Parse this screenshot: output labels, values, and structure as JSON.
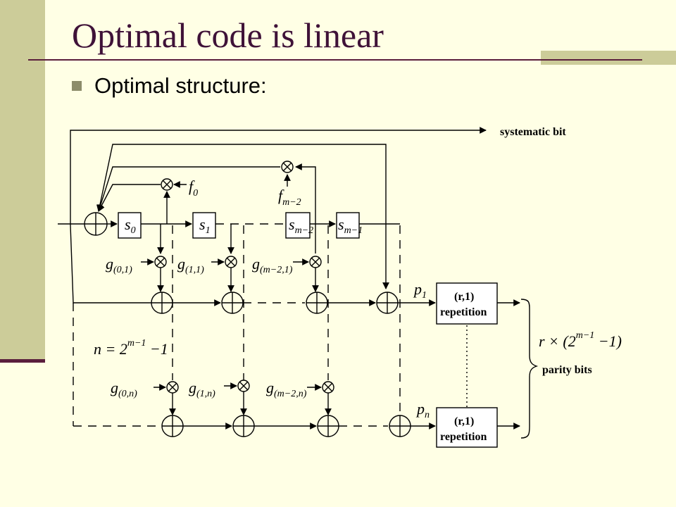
{
  "slide": {
    "title": "Optimal code is linear",
    "bullet": "Optimal structure:"
  },
  "diagram": {
    "systematic_label": "systematic bit",
    "parity_label": "parity bits",
    "repetition_line1": "(r,1)",
    "repetition_line2": "repetition",
    "registers": [
      {
        "base": "s",
        "sub": "0"
      },
      {
        "base": "s",
        "sub": "1"
      },
      {
        "base": "s",
        "sub": "m−2"
      },
      {
        "base": "s",
        "sub": "m−1"
      }
    ],
    "feedback": [
      {
        "base": "f",
        "sub": "0"
      },
      {
        "base": "f",
        "sub": "m−2"
      }
    ],
    "gains_row1": [
      {
        "base": "g",
        "sub": "(0,1)"
      },
      {
        "base": "g",
        "sub": "(1,1)"
      },
      {
        "base": "g",
        "sub": "(m−2,1)"
      }
    ],
    "gains_rown": [
      {
        "base": "g",
        "sub": "(0,n)"
      },
      {
        "base": "g",
        "sub": "(1,n)"
      },
      {
        "base": "g",
        "sub": "(m−2,n)"
      }
    ],
    "outputs": [
      {
        "base": "p",
        "sub": "1"
      },
      {
        "base": "p",
        "sub": "n"
      }
    ],
    "n_equation": {
      "lhs": "n = 2",
      "exp": "m−1",
      "rhs": " −1"
    },
    "parity_equation": {
      "lhs": "r × (2",
      "exp": "m−1",
      "rhs": " −1)"
    }
  },
  "colors": {
    "background": "#FFFFE5",
    "sidebar": "#CCCC99",
    "title": "#3F1238",
    "accent_line": "#5A1E3C"
  }
}
